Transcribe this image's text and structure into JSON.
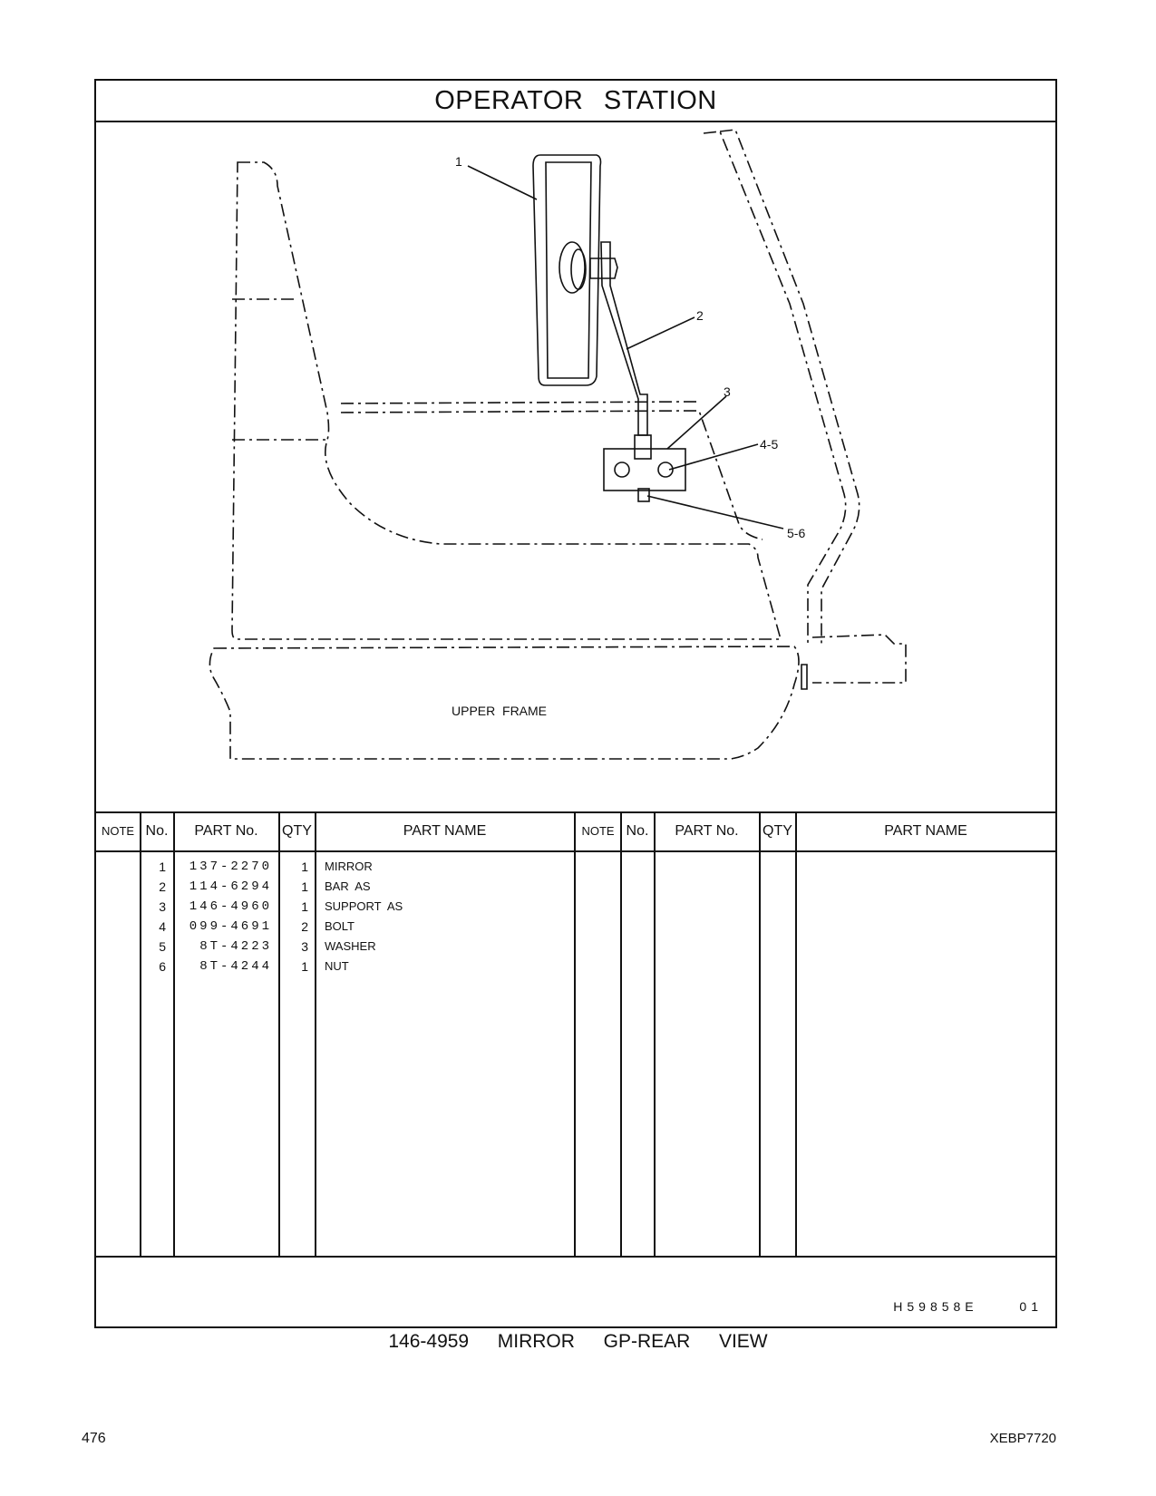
{
  "header": {
    "title": "OPERATOR   STATION"
  },
  "diagram": {
    "callouts": [
      "1",
      "2",
      "3",
      "4-5",
      "5-6"
    ],
    "frame_label": "UPPER  FRAME"
  },
  "table": {
    "headers": {
      "note": "NOTE",
      "no": "No.",
      "part_no": "PART No.",
      "qty": "QTY",
      "part_name": "PART NAME"
    },
    "rows": [
      {
        "no": "1",
        "part_no": "137-2270",
        "qty": "1",
        "name": "MIRROR"
      },
      {
        "no": "2",
        "part_no": "114-6294",
        "qty": "1",
        "name": "BAR  AS"
      },
      {
        "no": "3",
        "part_no": "146-4960",
        "qty": "1",
        "name": "SUPPORT  AS"
      },
      {
        "no": "4",
        "part_no": "099-4691",
        "qty": "2",
        "name": "BOLT"
      },
      {
        "no": "5",
        "part_no": "8T-4223",
        "qty": "3",
        "name": "WASHER"
      },
      {
        "no": "6",
        "part_no": "8T-4244",
        "qty": "1",
        "name": "NUT"
      }
    ]
  },
  "footer": {
    "illustration_code": "H59858E  01",
    "caption": "146-4959  MIRROR  GP-REAR  VIEW",
    "page_number": "476",
    "doc_code": "XEBP7720"
  }
}
